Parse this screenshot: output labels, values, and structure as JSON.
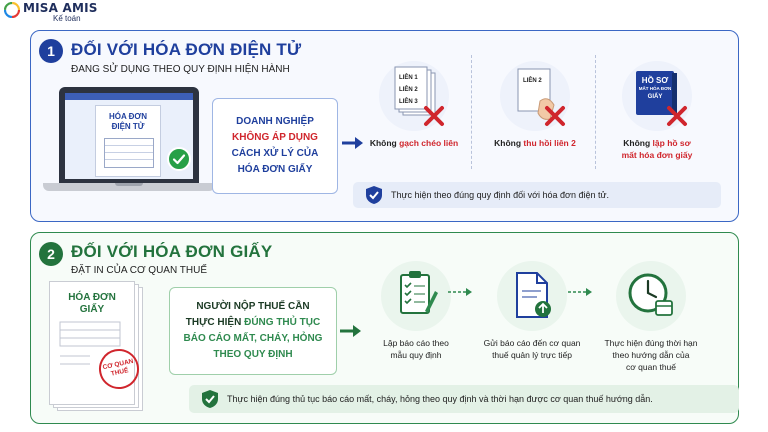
{
  "logo": {
    "brand": "MISA AMIS",
    "sub": "Kế toán"
  },
  "section1": {
    "number": "1",
    "title": "ĐỐI VỚI HÓA ĐƠN ĐIỆN TỬ",
    "subtitle": "ĐANG SỬ DỤNG THEO QUY ĐỊNH HIỆN HÀNH",
    "laptop_doc_title_line1": "HÓA ĐƠN",
    "laptop_doc_title_line2": "ĐIỆN TỬ",
    "callout": {
      "line1": "DOANH NGHIỆP",
      "line2": "KHÔNG ÁP DỤNG",
      "line3": "CÁCH XỬ LÝ CỦA",
      "line4": "HÓA ĐƠN GIẤY"
    },
    "items": [
      {
        "prefix": "Không ",
        "highlight": "gạch chéo liên",
        "papers": [
          "LIÊN 1",
          "LIÊN 2",
          "LIÊN 3"
        ]
      },
      {
        "prefix": "Không ",
        "highlight": "thu hồi liên 2",
        "paper": "LIÊN 2"
      },
      {
        "prefix": "Không ",
        "highlight": "lập hồ sơ",
        "highlight2": "mất hóa đơn giấy",
        "book_line1": "HỒ SƠ",
        "book_line2": "MẤT HÓA ĐƠN",
        "book_line3": "GIẤY"
      }
    ],
    "note": "Thực hiện theo đúng quy định đối với hóa đơn điện tử."
  },
  "section2": {
    "number": "2",
    "title": "ĐỐI VỚI HÓA ĐƠN GIẤY",
    "subtitle": "ĐẶT IN CỦA CƠ QUAN THUẾ",
    "paper_title_line1": "HÓA ĐƠN",
    "paper_title_line2": "GIẤY",
    "stamp_line1": "CƠ QUAN",
    "stamp_line2": "THUẾ",
    "callout": {
      "line1": "NGƯỜI NỘP THUẾ CẦN",
      "line2_prefix": "THỰC HIỆN ",
      "line2_highlight": "ĐÚNG THỦ TỤC",
      "line3": "BÁO CÁO MẤT, CHÁY, HỎNG",
      "line4": "THEO QUY ĐỊNH"
    },
    "steps": [
      {
        "line1": "Lập báo cáo theo",
        "line2": "mẫu quy định",
        "line3": ""
      },
      {
        "line1": "Gửi báo cáo đến cơ quan",
        "line2": "thuế quản lý trực tiếp",
        "line3": ""
      },
      {
        "line1": "Thực hiện đúng thời hạn",
        "line2": "theo hướng dẫn của",
        "line3": "cơ quan thuế"
      }
    ],
    "note": "Thực hiện đúng thủ tục báo cáo mất, cháy, hỏng theo quy định và thời hạn được cơ quan thuế hướng dẫn."
  },
  "colors": {
    "blue": "#1f3f9d",
    "green": "#23733d",
    "red": "#d0262d"
  }
}
